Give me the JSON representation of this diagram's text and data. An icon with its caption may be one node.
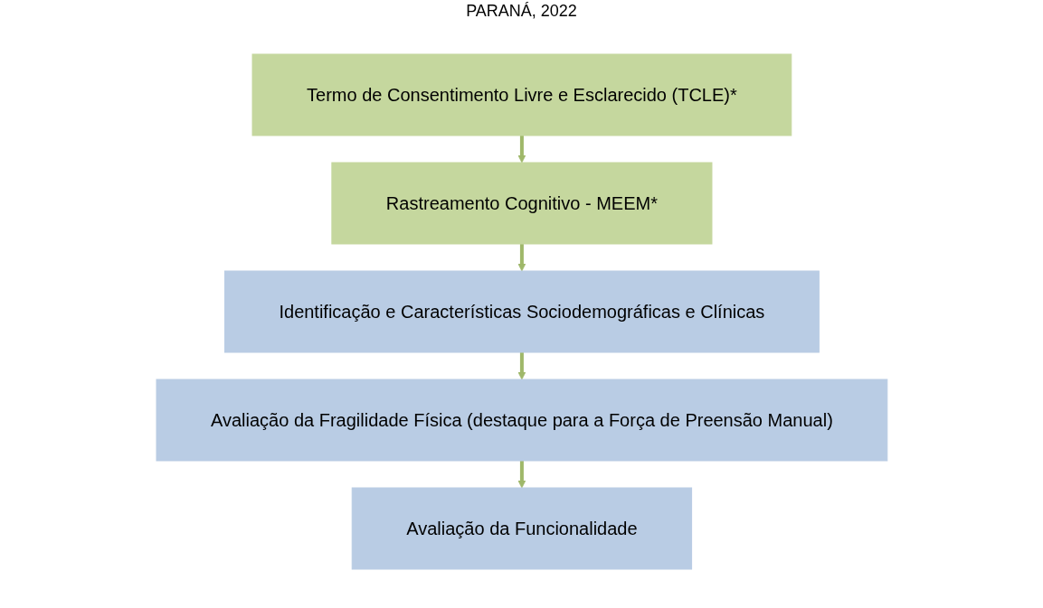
{
  "diagram": {
    "title": "PARANÁ, 2022",
    "nodes": [
      {
        "text": [
          "Termo de Consentimento Livre e Esclarecido (TCLE)*"
        ]
      },
      {
        "text": [
          "Rastreamento Cognitivo - MEEM*"
        ]
      },
      {
        "text": [
          "Identificação e Características Sociodemográficas e Clínicas"
        ]
      },
      {
        "text": [
          "Avaliação da Fragilidade Física (destaque para a Força de Preensão Manual)"
        ]
      },
      {
        "text": [
          "Avaliação da Funcionalidade"
        ]
      }
    ],
    "edges": [
      {
        "from": 0,
        "to": 1,
        "arrow": "to"
      },
      {
        "from": 1,
        "to": 2,
        "arrow": "to"
      },
      {
        "from": 2,
        "to": 3,
        "arrow": "to"
      },
      {
        "from": 3,
        "to": 4,
        "arrow": "to"
      }
    ]
  }
}
